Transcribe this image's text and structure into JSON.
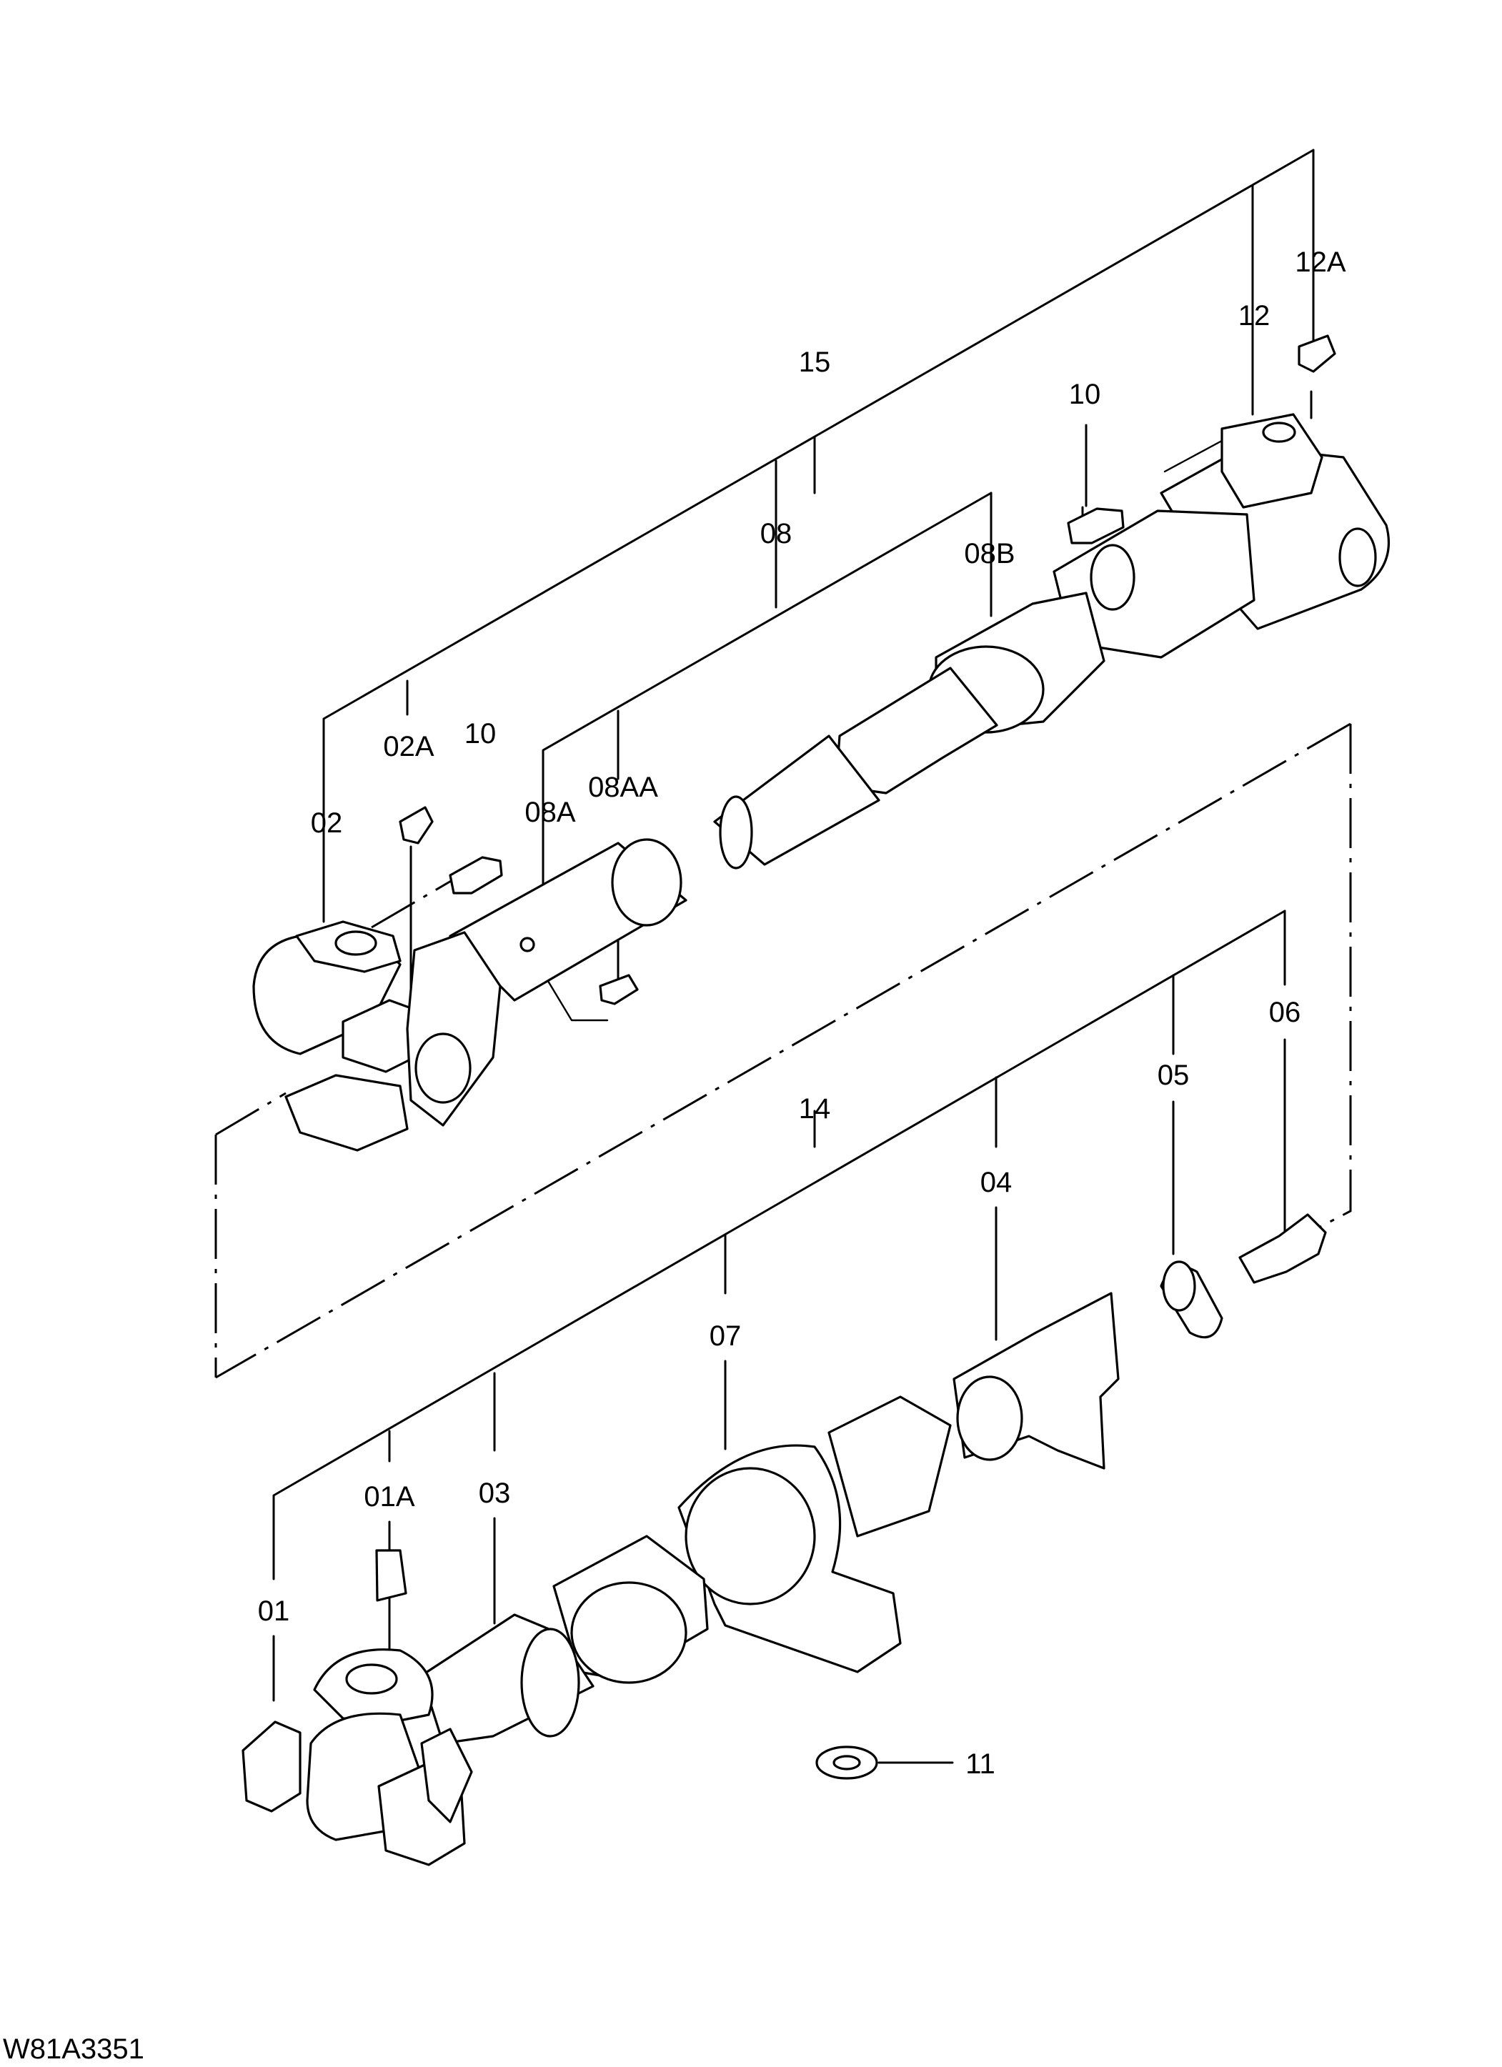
{
  "figure_code": "W81A3351",
  "callouts": {
    "c15": "15",
    "c12A": "12A",
    "c12": "12",
    "c10_top": "10",
    "c08": "08",
    "c08B": "08B",
    "c02A": "02A",
    "c10_left": "10",
    "c02": "02",
    "c08A": "08A",
    "c08AA": "08AA",
    "c06": "06",
    "c05": "05",
    "c14": "14",
    "c04": "04",
    "c07": "07",
    "c03": "03",
    "c01A": "01A",
    "c01": "01",
    "c11": "11"
  },
  "colors": {
    "line": "#000000",
    "background": "#ffffff"
  }
}
